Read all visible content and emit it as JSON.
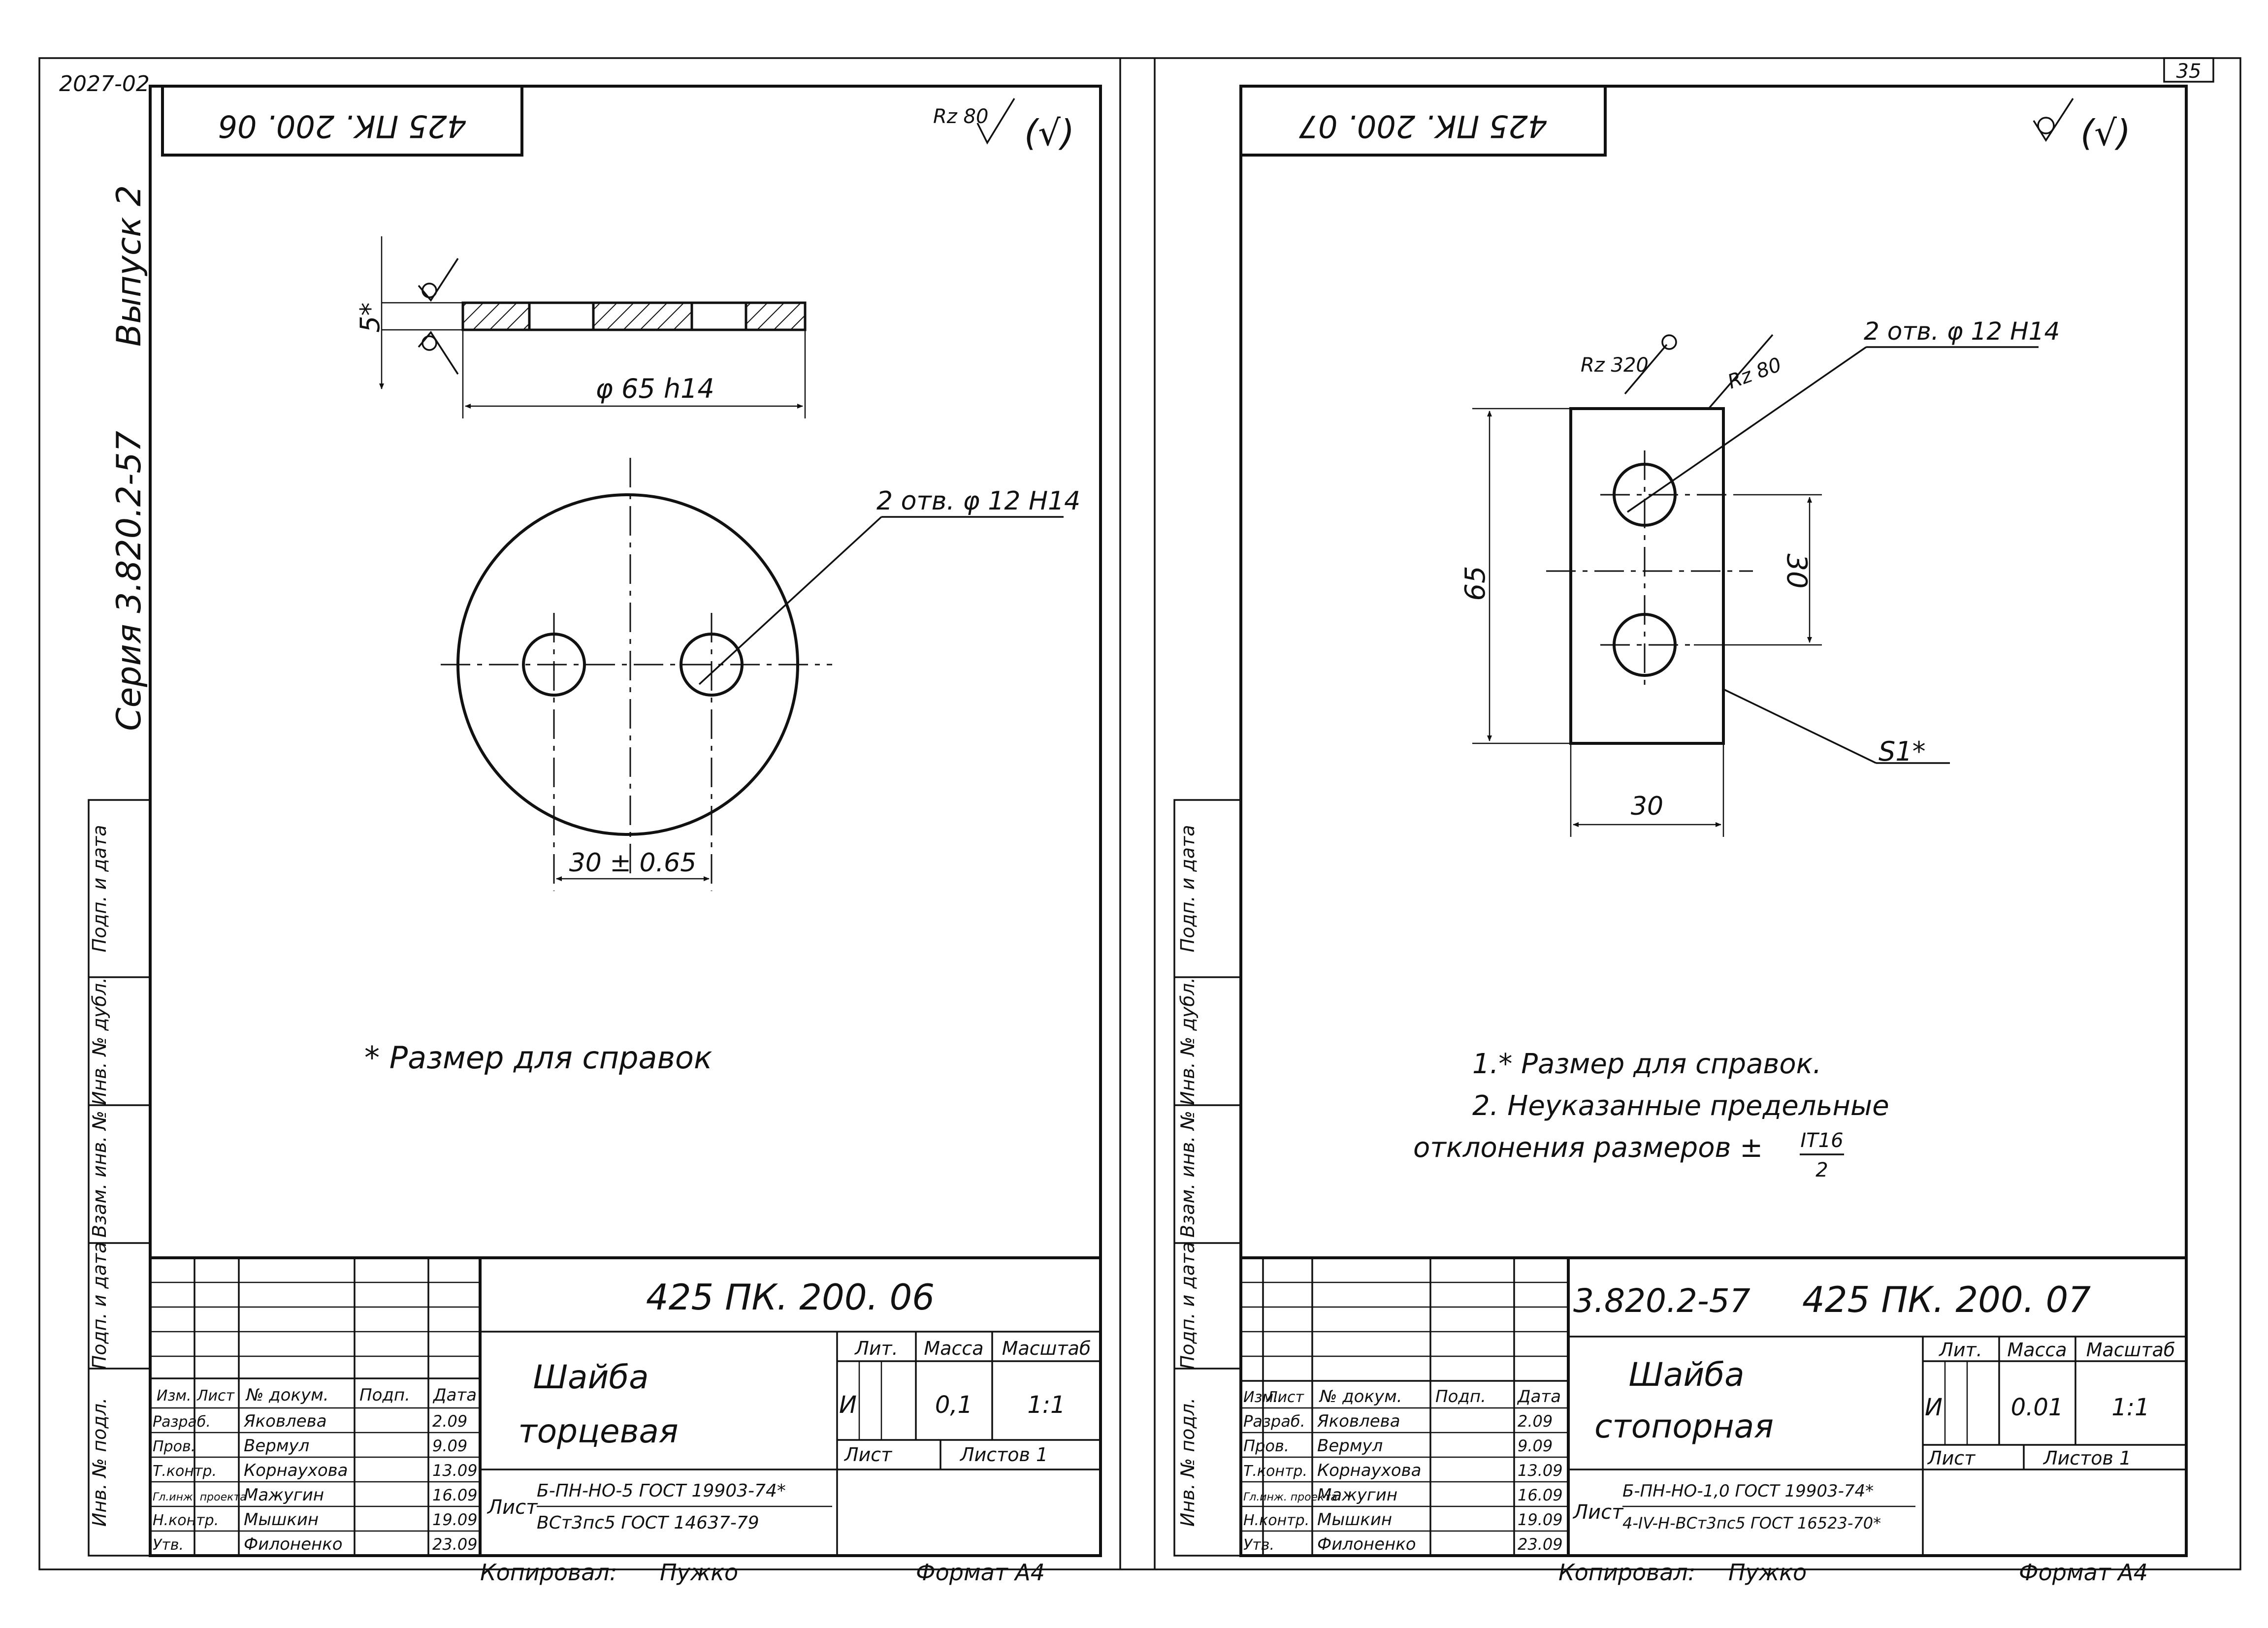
{
  "page": {
    "corner_number": "2027-02",
    "page_number": "35",
    "series": "Серия 3.820.2-57",
    "issue": "Выпуск 2",
    "copied_by_label": "Копировал:",
    "copied_by_name": "Пужко",
    "format_label": "Формат А4"
  },
  "side_stamp_labels": [
    "Подп. и дата",
    "Инв. № дубл.",
    "Взам. инв. №",
    "Подп. и дата",
    "Инв. № подл."
  ],
  "left_sheet": {
    "top_code": "425 ПК. 200. 06",
    "roughness_general": "Rz 80",
    "roughness_paren": "(√)",
    "thickness_dim": "5*",
    "diameter_dim": "φ 65 h14",
    "holes_callout": "2 отв. φ 12 H14",
    "spacing_dim": "30 ± 0.65",
    "note": "* Размер для справок",
    "title_block": {
      "code": "425 ПК. 200. 06",
      "name_line1": "Шайба",
      "name_line2": "торцевая",
      "headers": {
        "lit": "Лит.",
        "mass": "Масса",
        "scale": "Масштаб"
      },
      "lit_value": "И",
      "mass_value": "0,1",
      "scale_value": "1:1",
      "sheet_label": "Лист",
      "sheets_label": "Листов 1",
      "material_prefix": "Лист",
      "material_line1": "Б-ПН-НО-5 ГОСТ 19903-74*",
      "material_line2": "ВСт3пс5 ГОСТ 14637-79",
      "col_headers": [
        "Изм.",
        "Лист",
        "№ докум.",
        "Подп.",
        "Дата"
      ],
      "people": [
        {
          "role": "Разраб.",
          "name": "Яковлева",
          "date": "2.09"
        },
        {
          "role": "Пров.",
          "name": "Вермул",
          "date": "9.09"
        },
        {
          "role": "Т.контр.",
          "name": "Корнаухова",
          "date": "13.09"
        },
        {
          "role": "Гл.инж. проекта",
          "name": "Мажугин",
          "date": "16.09"
        },
        {
          "role": "Н.контр.",
          "name": "Мышкин",
          "date": "19.09"
        },
        {
          "role": "Утв.",
          "name": "Филоненко",
          "date": "23.09"
        }
      ]
    }
  },
  "right_sheet": {
    "top_code": "425 ПК. 200. 07",
    "roughness_paren": "(√)",
    "rz320": "Rz 320",
    "rz80": "Rz 80",
    "holes_callout": "2 отв. φ 12 H14",
    "height_dim": "65",
    "spacing_dim": "30",
    "width_dim": "30",
    "thickness_dim": "S1*",
    "note1": "1.* Размер для справок.",
    "note2": "2. Неуказанные предельные",
    "note3_prefix": "отклонения размеров ±",
    "note3_frac_top": "IT16",
    "note3_frac_bottom": "2",
    "title_block": {
      "series_code": "3.820.2-57",
      "code": "425 ПК. 200. 07",
      "name_line1": "Шайба",
      "name_line2": "стопорная",
      "headers": {
        "lit": "Лит.",
        "mass": "Масса",
        "scale": "Масштаб"
      },
      "lit_value": "И",
      "mass_value": "0.01",
      "scale_value": "1:1",
      "sheet_label": "Лист",
      "sheets_label": "Листов 1",
      "material_prefix": "Лист",
      "material_line1": "Б-ПН-НО-1,0 ГОСТ 19903-74*",
      "material_line2": "4-IV-Н-ВСт3пс5 ГОСТ 16523-70*",
      "col_headers": [
        "Изм.",
        "Лист",
        "№ докум.",
        "Подп.",
        "Дата"
      ],
      "people": [
        {
          "role": "Разраб.",
          "name": "Яковлева",
          "date": "2.09"
        },
        {
          "role": "Пров.",
          "name": "Вермул",
          "date": "9.09"
        },
        {
          "role": "Т.контр.",
          "name": "Корнаухова",
          "date": "13.09"
        },
        {
          "role": "Гл.инж. проекта",
          "name": "Мажугин",
          "date": "16.09"
        },
        {
          "role": "Н.контр.",
          "name": "Мышкин",
          "date": "19.09"
        },
        {
          "role": "Утв.",
          "name": "Филоненко",
          "date": "23.09"
        }
      ]
    }
  }
}
